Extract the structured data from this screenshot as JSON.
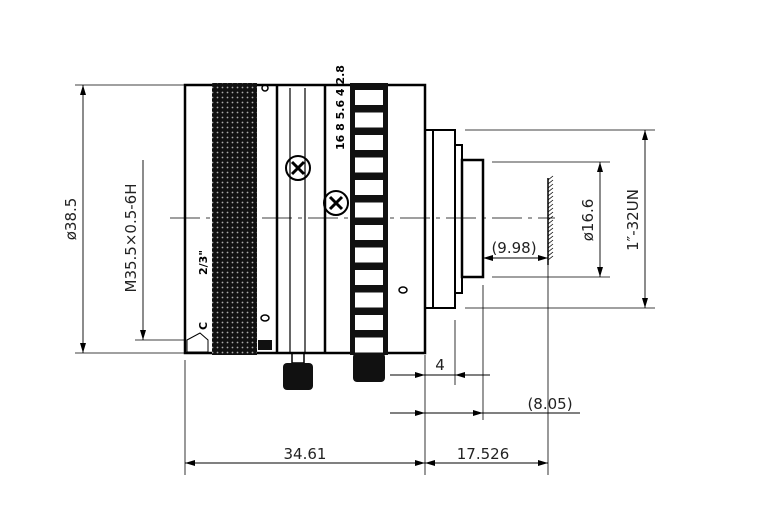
{
  "drawing": {
    "title": "Lens outline drawing",
    "line_color": "#000000",
    "dimensions": {
      "outer_diameter": "ø38.5",
      "front_thread": "M35.5×0.5-6H",
      "mount_thread": "1″-32UN",
      "rear_diameter": "ø16.6",
      "back_focal": "(9.98)",
      "mount_step": "4",
      "rear_protrusion": "(8.05)",
      "body_length": "34.61",
      "flange_distance": "17.526"
    },
    "lens_markings": {
      "format": "2/3\"",
      "mount": "C",
      "aperture_scale": "16 8 5.6 4 2.8"
    }
  }
}
